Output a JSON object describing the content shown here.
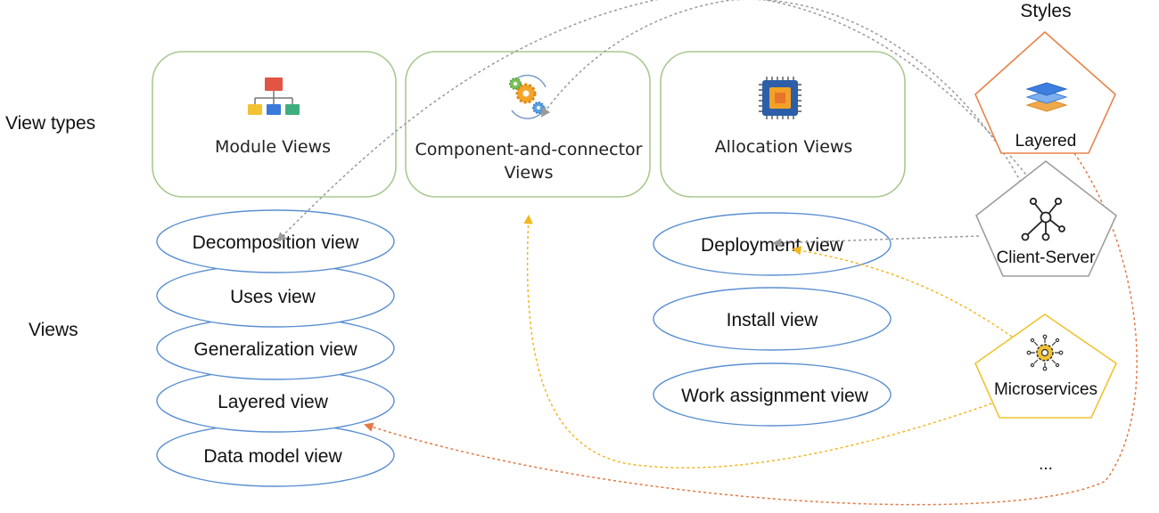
{
  "labels": {
    "styles_header": "Styles",
    "view_types_row": "View types",
    "views_row": "Views",
    "ellipsis": "..."
  },
  "view_types": [
    {
      "lines": [
        "Module Views"
      ],
      "icon": "hierarchy-icon"
    },
    {
      "lines": [
        "Component-and-connector",
        "Views"
      ],
      "icon": "gears-icon"
    },
    {
      "lines": [
        "Allocation Views"
      ],
      "icon": "chip-icon"
    }
  ],
  "module_views": [
    "Decomposition view",
    "Uses view",
    "Generalization view",
    "Layered view",
    "Data model view"
  ],
  "allocation_views": [
    "Deployment view",
    "Install view",
    "Work assignment view"
  ],
  "styles": [
    {
      "label": "Layered",
      "color": "#e8834a",
      "icon": "layers-icon"
    },
    {
      "label": "Client-Server",
      "color": "#9e9e9e",
      "icon": "network-hub-icon"
    },
    {
      "label": "Microservices",
      "color": "#f0c330",
      "icon": "gear-network-icon"
    }
  ],
  "colors": {
    "view_type_border": "#a9c98f",
    "view_border": "#5b8fd1",
    "arrow_gray": "#9a9a9a",
    "arrow_orange": "#e07a45",
    "arrow_yellow": "#f2b71f"
  }
}
